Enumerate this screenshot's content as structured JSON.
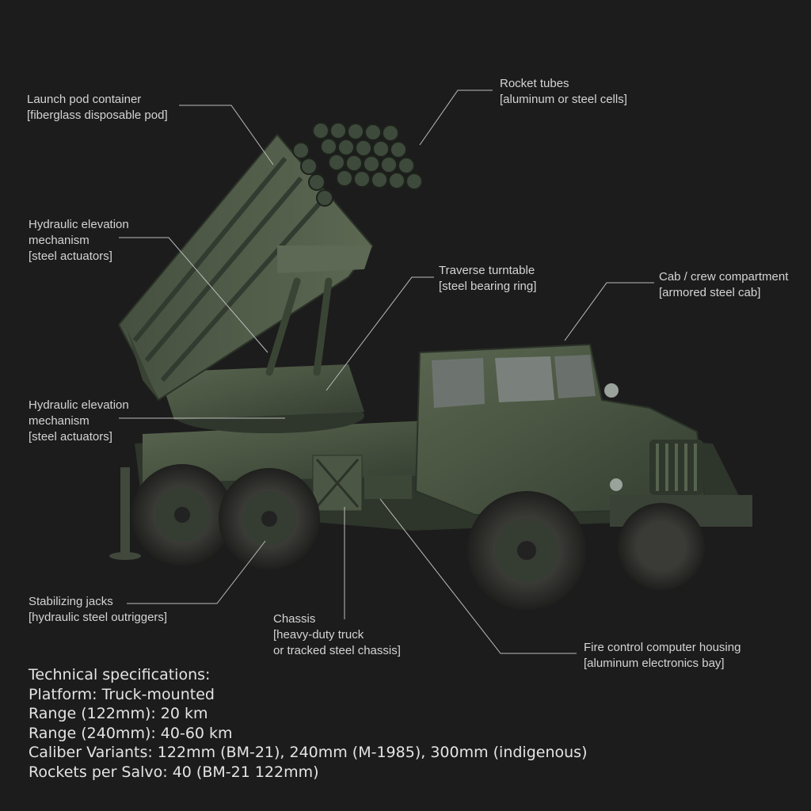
{
  "callouts": {
    "launch_pod": {
      "title": "Launch pod container",
      "material": "[fiberglass disposable pod]"
    },
    "rocket_tubes": {
      "title": "Rocket tubes",
      "material": "[aluminum or steel cells]"
    },
    "hydraulic_upper": {
      "title_1": "Hydraulic elevation",
      "title_2": "mechanism",
      "material": "[steel actuators]"
    },
    "traverse": {
      "title": "Traverse turntable",
      "material": "[steel bearing ring]"
    },
    "cab": {
      "title": "Cab / crew compartment",
      "material": "[armored steel cab]"
    },
    "hydraulic_lower": {
      "title_1": "Hydraulic elevation",
      "title_2": "mechanism",
      "material": "[steel actuators]"
    },
    "jacks": {
      "title": "Stabilizing jacks",
      "material": "[hydraulic steel outriggers]"
    },
    "chassis": {
      "title": "Chassis",
      "material_1": "[heavy-duty truck",
      "material_2": "or tracked steel chassis]"
    },
    "fire_control": {
      "title": "Fire control computer housing",
      "material": "[aluminum electronics bay]"
    }
  },
  "specs": {
    "heading": "Technical specifications:",
    "platform": "Platform: Truck-mounted",
    "range_122": "Range (122mm): 20 km",
    "range_240": "Range (240mm): 40-60 km",
    "caliber": "Caliber Variants: 122mm (BM-21), 240mm (M-1985), 300mm (indigenous)",
    "rockets": "Rockets per Salvo: 40 (BM-21 122mm)"
  },
  "colors": {
    "background": "#1c1c1c",
    "camo_green": "#4e5a44",
    "camo_dark": "#2f372c",
    "tire": "#2a2a28",
    "leader_line": "#bdbdbd"
  }
}
